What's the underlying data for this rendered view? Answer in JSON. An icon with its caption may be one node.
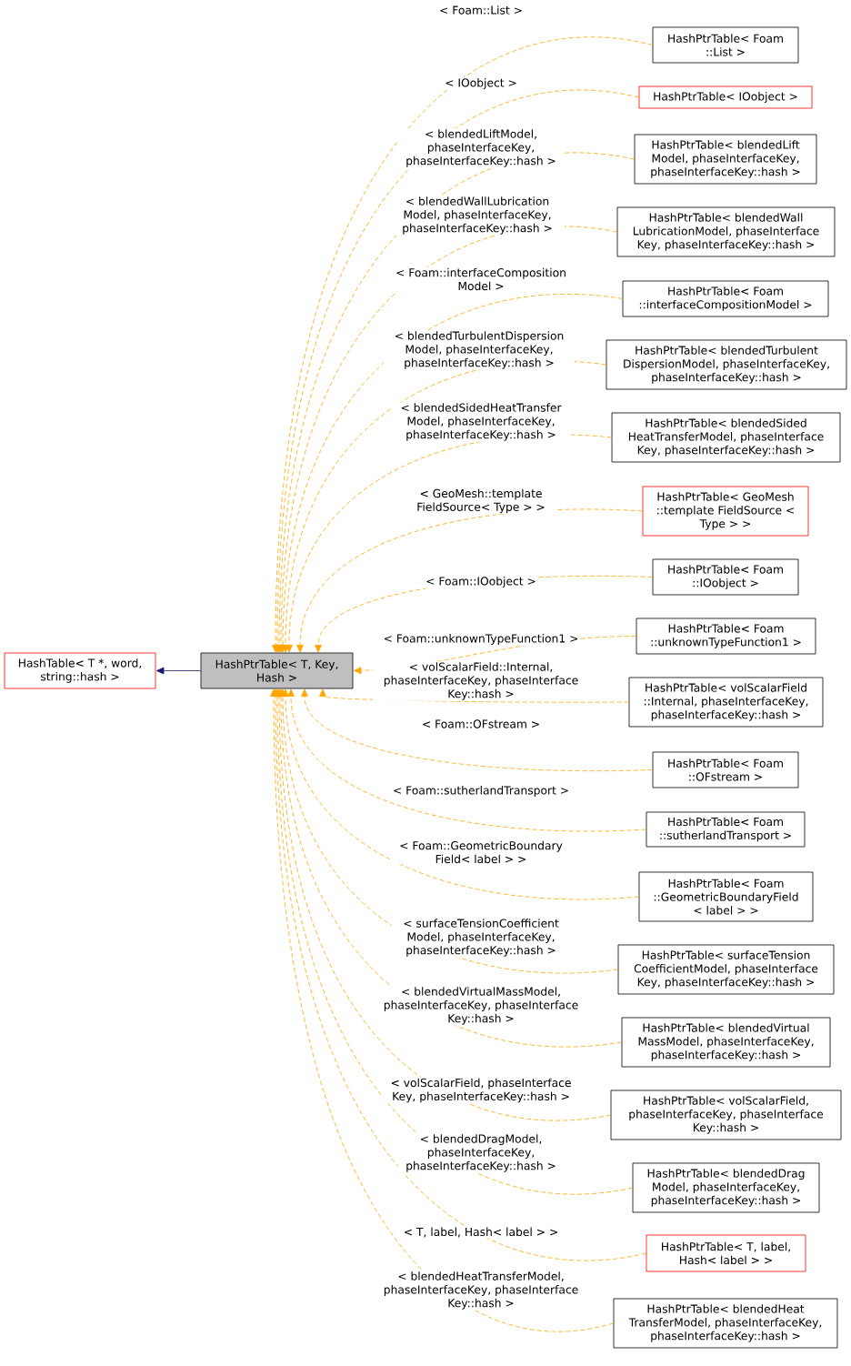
{
  "diagram": {
    "nodes": [
      {
        "text": [
          "HashTable< T *, word, string::hash >"
        ]
      },
      {
        "text": [
          "HashPtrTable< T, Key, Hash >"
        ]
      },
      {
        "text": [
          "HashPtrTable< Foam ::List >"
        ]
      },
      {
        "text": [
          "HashPtrTable< IOobject >"
        ]
      },
      {
        "text": [
          "HashPtrTable< blendedLift Model, phaseInterfaceKey, phaseInterfaceKey::hash >"
        ]
      },
      {
        "text": [
          "HashPtrTable< blendedWall LubricationModel, phaseInterface Key, phaseInterfaceKey::hash >"
        ]
      },
      {
        "text": [
          "HashPtrTable< Foam ::interfaceCompositionModel >"
        ]
      },
      {
        "text": [
          "HashPtrTable< blendedTurbulent DispersionModel, phaseInterfaceKey, phaseInterfaceKey::hash >"
        ]
      },
      {
        "text": [
          "HashPtrTable< blendedSided HeatTransferModel, phaseInterface Key, phaseInterfaceKey::hash >"
        ]
      },
      {
        "text": [
          "HashPtrTable< GeoMesh ::template FieldSource < Type > >"
        ]
      },
      {
        "text": [
          "HashPtrTable< Foam ::IOobject >"
        ]
      },
      {
        "text": [
          "HashPtrTable< Foam ::unknownTypeFunction1 >"
        ]
      },
      {
        "text": [
          "HashPtrTable< volScalarField ::Internal, phaseInterfaceKey, phaseInterfaceKey::hash >"
        ]
      },
      {
        "text": [
          "HashPtrTable< Foam ::OFstream >"
        ]
      },
      {
        "text": [
          "HashPtrTable< Foam ::sutherlandTransport >"
        ]
      },
      {
        "text": [
          "HashPtrTable< Foam ::GeometricBoundaryField < label > >"
        ]
      },
      {
        "text": [
          "HashPtrTable< surfaceTension CoefficientModel, phaseInterface Key, phaseInterfaceKey::hash >"
        ]
      },
      {
        "text": [
          "HashPtrTable< blendedVirtual MassModel, phaseInterfaceKey, phaseInterfaceKey::hash >"
        ]
      },
      {
        "text": [
          "HashPtrTable< volScalarField, phaseInterfaceKey, phaseInterface Key::hash >"
        ]
      },
      {
        "text": [
          "HashPtrTable< blendedDrag Model, phaseInterfaceKey, phaseInterfaceKey::hash >"
        ]
      },
      {
        "text": [
          "HashPtrTable< T, label, Hash< label > >"
        ]
      },
      {
        "text": [
          "HashPtrTable< blendedHeat TransferModel, phaseInterfaceKey, phaseInterfaceKey::hash >"
        ]
      }
    ],
    "edges": [
      {
        "from": 1,
        "to": 0,
        "arrow": "to",
        "color": "#191970"
      },
      {
        "from": 2,
        "to": 1,
        "arrow": "to",
        "style": "dashed",
        "label": "< Foam::List >"
      },
      {
        "from": 3,
        "to": 1,
        "arrow": "to",
        "style": "dashed",
        "label": "< IOobject >"
      },
      {
        "from": 4,
        "to": 1,
        "arrow": "to",
        "style": "dashed",
        "label": "< blendedLiftModel, phaseInterfaceKey, phaseInterfaceKey::hash >"
      },
      {
        "from": 5,
        "to": 1,
        "arrow": "to",
        "style": "dashed",
        "label": "< blendedWallLubrication Model, phaseInterfaceKey, phaseInterfaceKey::hash >"
      },
      {
        "from": 6,
        "to": 1,
        "arrow": "to",
        "style": "dashed",
        "label": "< Foam::interfaceComposition Model >"
      },
      {
        "from": 7,
        "to": 1,
        "arrow": "to",
        "style": "dashed",
        "label": "< blendedTurbulentDispersion Model, phaseInterfaceKey, phaseInterfaceKey::hash >"
      },
      {
        "from": 8,
        "to": 1,
        "arrow": "to",
        "style": "dashed",
        "label": "< blendedSidedHeatTransfer Model, phaseInterfaceKey, phaseInterfaceKey::hash >"
      },
      {
        "from": 9,
        "to": 1,
        "arrow": "to",
        "style": "dashed",
        "label": "< GeoMesh::template FieldSource< Type > >"
      },
      {
        "from": 10,
        "to": 1,
        "arrow": "to",
        "style": "dashed",
        "label": "< Foam::IOobject >"
      },
      {
        "from": 11,
        "to": 1,
        "arrow": "to",
        "style": "dashed",
        "label": "< Foam::unknownTypeFunction1 >"
      },
      {
        "from": 12,
        "to": 1,
        "arrow": "to",
        "style": "dashed",
        "label": "< volScalarField::Internal, phaseInterfaceKey, phaseInterface Key::hash >"
      },
      {
        "from": 13,
        "to": 1,
        "arrow": "to",
        "style": "dashed",
        "label": "< Foam::OFstream >"
      },
      {
        "from": 14,
        "to": 1,
        "arrow": "to",
        "style": "dashed",
        "label": "< Foam::sutherlandTransport >"
      },
      {
        "from": 15,
        "to": 1,
        "arrow": "to",
        "style": "dashed",
        "label": "< Foam::GeometricBoundary Field< label > >"
      },
      {
        "from": 16,
        "to": 1,
        "arrow": "to",
        "style": "dashed",
        "label": "< surfaceTensionCoefficient Model, phaseInterfaceKey, phaseInterfaceKey::hash >"
      },
      {
        "from": 17,
        "to": 1,
        "arrow": "to",
        "style": "dashed",
        "label": "< blendedVirtualMassModel, phaseInterfaceKey, phaseInterface Key::hash >"
      },
      {
        "from": 18,
        "to": 1,
        "arrow": "to",
        "style": "dashed",
        "label": "< volScalarField, phaseInterface Key, phaseInterfaceKey::hash >"
      },
      {
        "from": 19,
        "to": 1,
        "arrow": "to",
        "style": "dashed",
        "label": "< blendedDragModel, phaseInterfaceKey, phaseInterfaceKey::hash >"
      },
      {
        "from": 20,
        "to": 1,
        "arrow": "to",
        "style": "dashed",
        "label": "< T, label, Hash< label > >"
      },
      {
        "from": 21,
        "to": 1,
        "arrow": "to",
        "style": "dashed",
        "label": "< blendedHeatTransferModel, phaseInterfaceKey, phaseInterface Key::hash >"
      }
    ]
  }
}
